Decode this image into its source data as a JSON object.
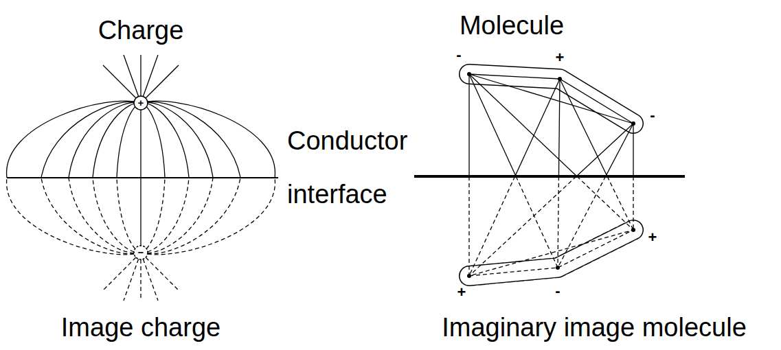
{
  "diagram": {
    "labels": [
      "Charge",
      "+",
      "−",
      "Molecule",
      "Conductor interface",
      "Image charge",
      "Imaginary image molecule",
      "-",
      "+",
      "-",
      "+",
      "-",
      "+"
    ]
  }
}
